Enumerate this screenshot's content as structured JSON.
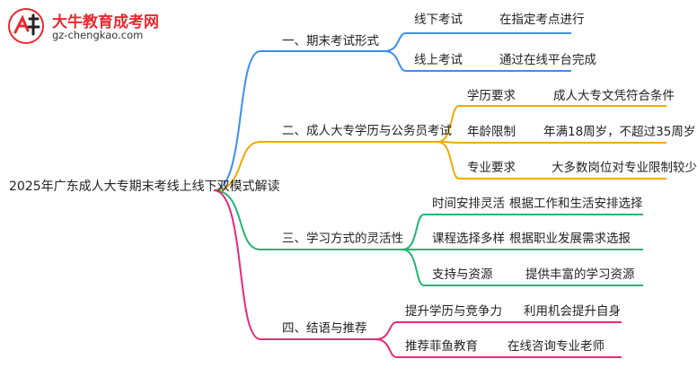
{
  "logo": {
    "title": "大牛教育成考网",
    "url": "gz-chengkao.com"
  },
  "root": "2025年广东成人大专期末考线上线下双模式解读",
  "branches": [
    {
      "label": "一、期末考试形式",
      "color": "#3d8ef0",
      "children": [
        {
          "label": "线下考试",
          "detail": "在指定考点进行"
        },
        {
          "label": "线上考试",
          "detail": "通过在线平台完成"
        }
      ]
    },
    {
      "label": "二、成人大专学历与公务员考试",
      "color": "#f2a900",
      "children": [
        {
          "label": "学历要求",
          "detail": "成人大专文凭符合条件"
        },
        {
          "label": "年龄限制",
          "detail": "年满18周岁，不超过35周岁"
        },
        {
          "label": "专业要求",
          "detail": "大多数岗位对专业限制较少"
        }
      ]
    },
    {
      "label": "三、学习方式的灵活性",
      "color": "#22b573",
      "children": [
        {
          "label": "时间安排灵活",
          "detail": "根据工作和生活安排选择"
        },
        {
          "label": "课程选择多样",
          "detail": "根据职业发展需求选报"
        },
        {
          "label": "支持与资源",
          "detail": "提供丰富的学习资源"
        }
      ]
    },
    {
      "label": "四、结语与推荐",
      "color": "#e8297a",
      "children": [
        {
          "label": "提升学历与竞争力",
          "detail": "利用机会提升自身"
        },
        {
          "label": "推荐菲鱼教育",
          "detail": "在线咨询专业老师"
        }
      ]
    }
  ]
}
